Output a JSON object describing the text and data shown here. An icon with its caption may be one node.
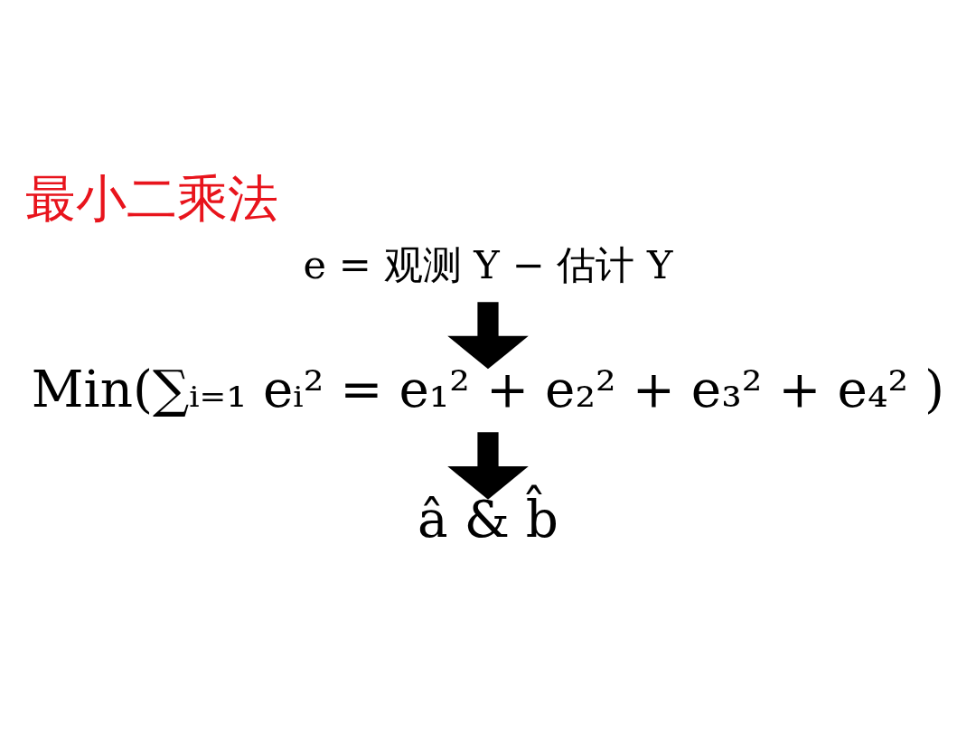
{
  "diagram": {
    "title": "最小二乘法",
    "nodes": [
      {
        "text": [
          "e = 观测 Y − 估计 Y"
        ]
      },
      {
        "text": [
          "Min(∑ᵢ₌₁ eᵢ² = e₁² + e₂² + e₃² + e₄² )"
        ]
      },
      {
        "text": [
          "â & b̂"
        ]
      }
    ],
    "edges": [
      {
        "from": 0,
        "to": 1,
        "arrow": "to"
      },
      {
        "from": 1,
        "to": 2,
        "arrow": "to"
      }
    ]
  }
}
